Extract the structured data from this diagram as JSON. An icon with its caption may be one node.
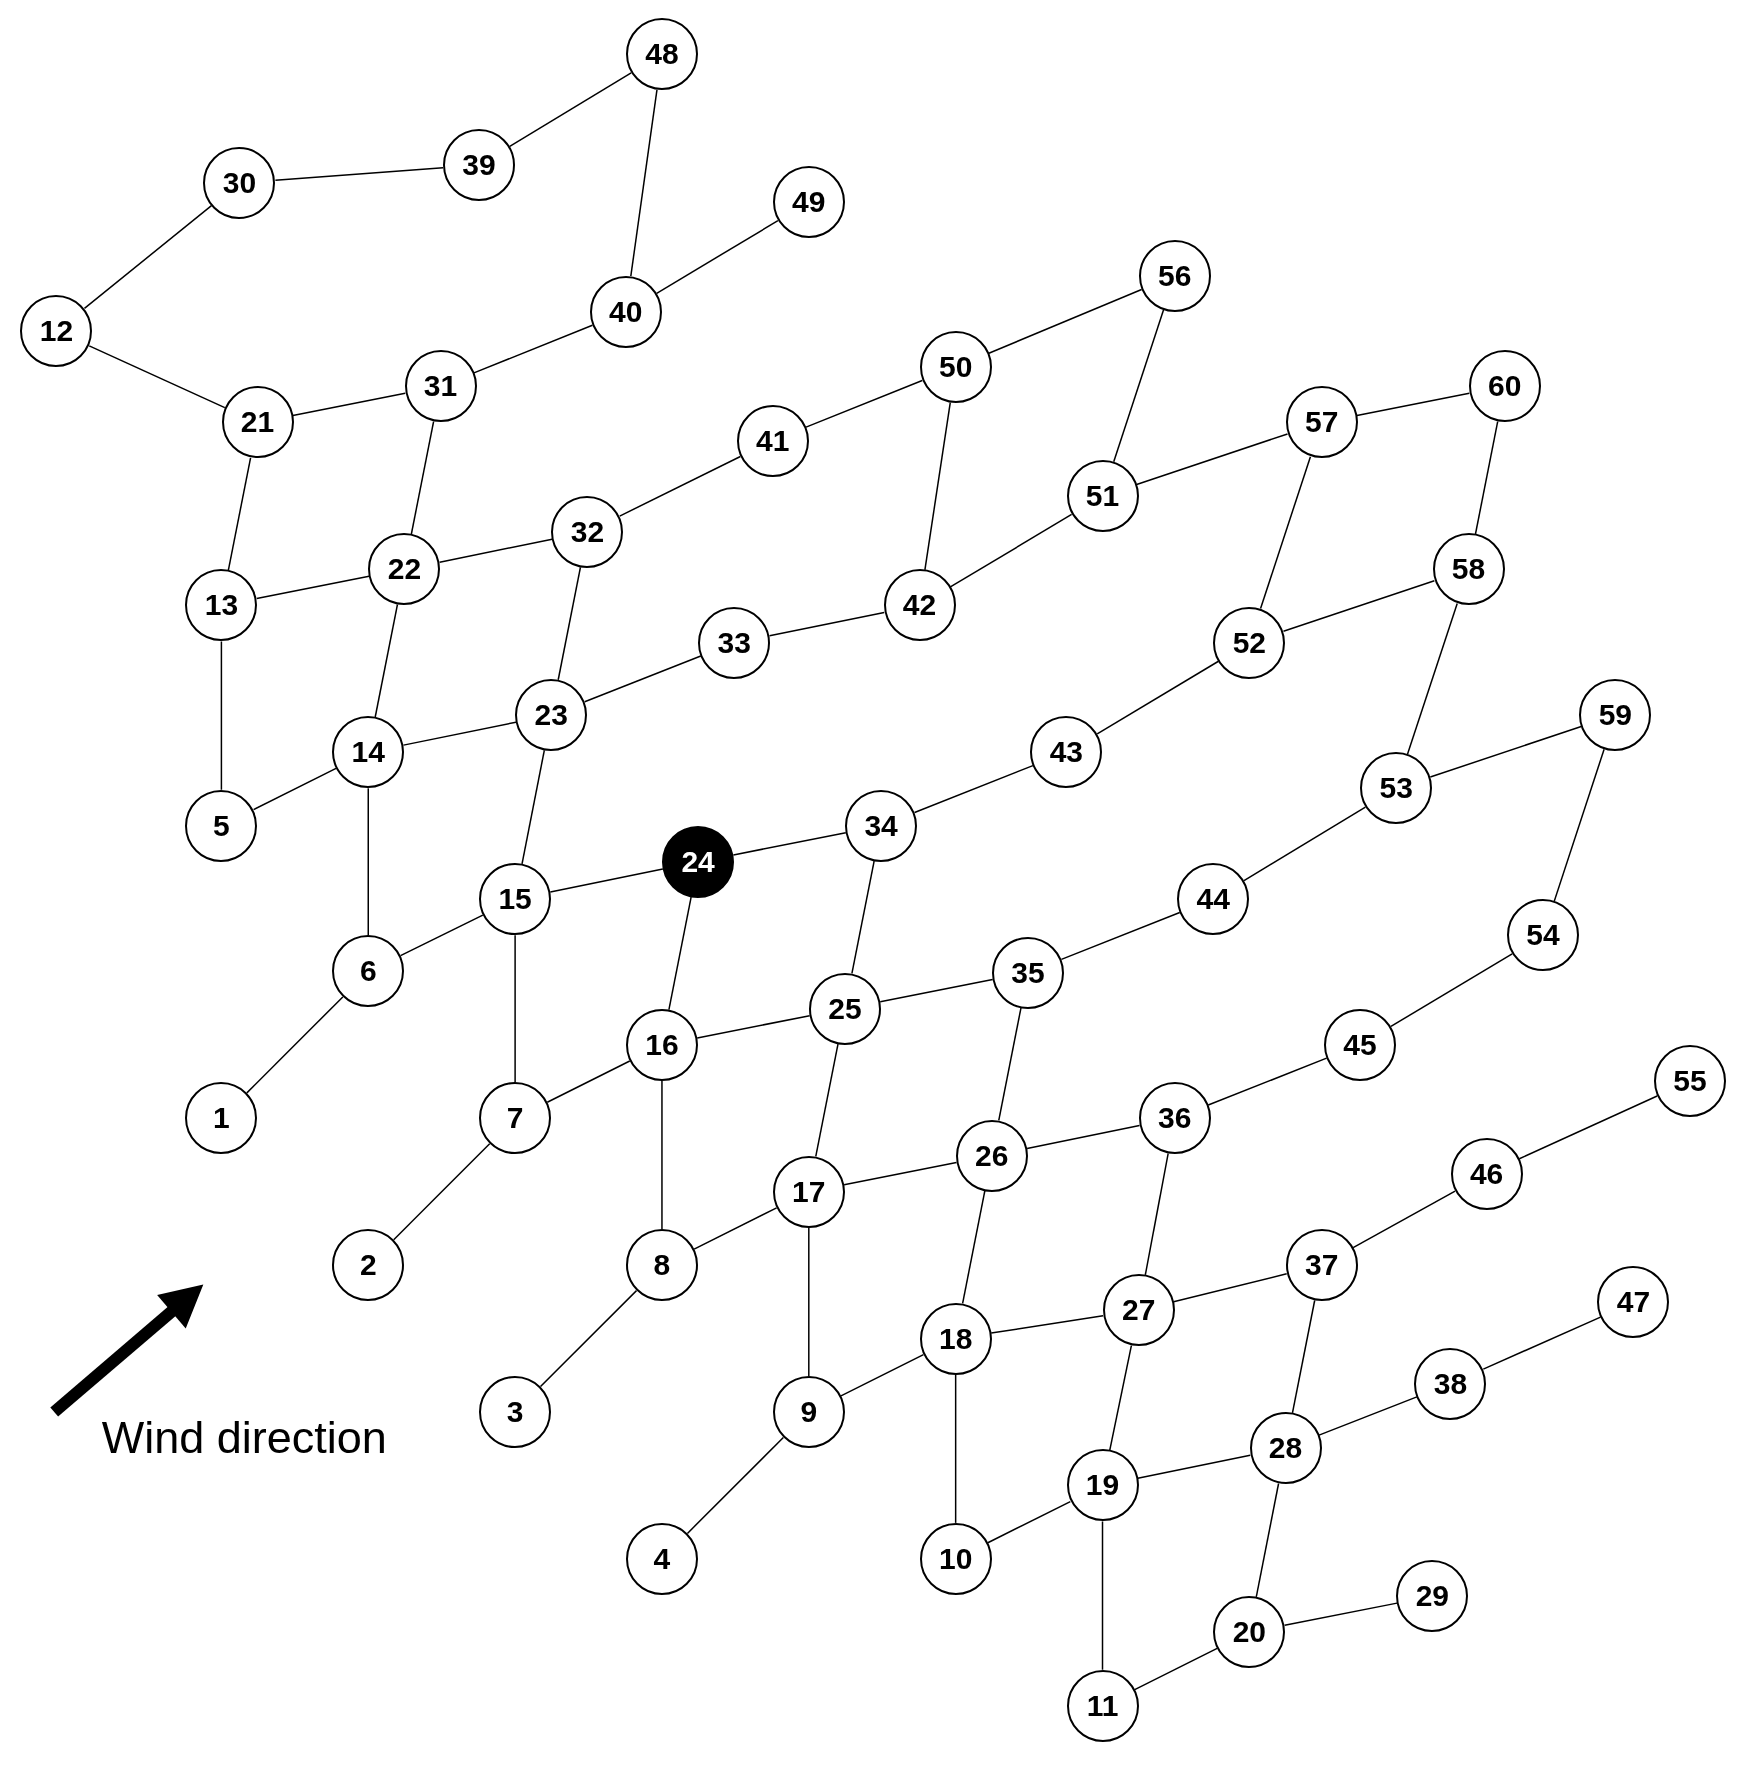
{
  "diagram": {
    "nodes": [
      {
        "text": [
          "1"
        ]
      },
      {
        "text": [
          "2"
        ]
      },
      {
        "text": [
          "3"
        ]
      },
      {
        "text": [
          "4"
        ]
      },
      {
        "text": [
          "5"
        ]
      },
      {
        "text": [
          "6"
        ]
      },
      {
        "text": [
          "7"
        ]
      },
      {
        "text": [
          "8"
        ]
      },
      {
        "text": [
          "9"
        ]
      },
      {
        "text": [
          "10"
        ]
      },
      {
        "text": [
          "11"
        ]
      },
      {
        "text": [
          "12"
        ]
      },
      {
        "text": [
          "13"
        ]
      },
      {
        "text": [
          "14"
        ]
      },
      {
        "text": [
          "15"
        ]
      },
      {
        "text": [
          "16"
        ]
      },
      {
        "text": [
          "17"
        ]
      },
      {
        "text": [
          "18"
        ]
      },
      {
        "text": [
          "19"
        ]
      },
      {
        "text": [
          "20"
        ]
      },
      {
        "text": [
          "21"
        ]
      },
      {
        "text": [
          "22"
        ]
      },
      {
        "text": [
          "23"
        ]
      },
      {
        "text": [
          "24"
        ]
      },
      {
        "text": [
          "25"
        ]
      },
      {
        "text": [
          "26"
        ]
      },
      {
        "text": [
          "27"
        ]
      },
      {
        "text": [
          "28"
        ]
      },
      {
        "text": [
          "29"
        ]
      },
      {
        "text": [
          "30"
        ]
      },
      {
        "text": [
          "31"
        ]
      },
      {
        "text": [
          "32"
        ]
      },
      {
        "text": [
          "33"
        ]
      },
      {
        "text": [
          "34"
        ]
      },
      {
        "text": [
          "35"
        ]
      },
      {
        "text": [
          "36"
        ]
      },
      {
        "text": [
          "37"
        ]
      },
      {
        "text": [
          "38"
        ]
      },
      {
        "text": [
          "39"
        ]
      },
      {
        "text": [
          "40"
        ]
      },
      {
        "text": [
          "41"
        ]
      },
      {
        "text": [
          "42"
        ]
      },
      {
        "text": [
          "43"
        ]
      },
      {
        "text": [
          "44"
        ]
      },
      {
        "text": [
          "45"
        ]
      },
      {
        "text": [
          "46"
        ]
      },
      {
        "text": [
          "47"
        ]
      },
      {
        "text": [
          "48"
        ]
      },
      {
        "text": [
          "49"
        ]
      },
      {
        "text": [
          "50"
        ]
      },
      {
        "text": [
          "51"
        ]
      },
      {
        "text": [
          "52"
        ]
      },
      {
        "text": [
          "53"
        ]
      },
      {
        "text": [
          "54"
        ]
      },
      {
        "text": [
          "55"
        ]
      },
      {
        "text": [
          "56"
        ]
      },
      {
        "text": [
          "57"
        ]
      },
      {
        "text": [
          "58"
        ]
      },
      {
        "text": [
          "59"
        ]
      },
      {
        "text": [
          "60"
        ]
      }
    ],
    "edges": [
      {
        "from": 11,
        "to": 29,
        "arrow": "none"
      },
      {
        "from": 29,
        "to": 38,
        "arrow": "none"
      },
      {
        "from": 38,
        "to": 47,
        "arrow": "none"
      },
      {
        "from": 47,
        "to": 39,
        "arrow": "none"
      },
      {
        "from": 39,
        "to": 48,
        "arrow": "none"
      },
      {
        "from": 11,
        "to": 20,
        "arrow": "none"
      },
      {
        "from": 20,
        "to": 30,
        "arrow": "none"
      },
      {
        "from": 30,
        "to": 39,
        "arrow": "none"
      },
      {
        "from": 20,
        "to": 12,
        "arrow": "none"
      },
      {
        "from": 30,
        "to": 21,
        "arrow": "none"
      },
      {
        "from": 12,
        "to": 21,
        "arrow": "none"
      },
      {
        "from": 21,
        "to": 31,
        "arrow": "none"
      },
      {
        "from": 31,
        "to": 40,
        "arrow": "none"
      },
      {
        "from": 40,
        "to": 49,
        "arrow": "none"
      },
      {
        "from": 49,
        "to": 55,
        "arrow": "none"
      },
      {
        "from": 55,
        "to": 50,
        "arrow": "none"
      },
      {
        "from": 49,
        "to": 41,
        "arrow": "none"
      },
      {
        "from": 50,
        "to": 56,
        "arrow": "none"
      },
      {
        "from": 56,
        "to": 59,
        "arrow": "none"
      },
      {
        "from": 41,
        "to": 50,
        "arrow": "none"
      },
      {
        "from": 12,
        "to": 4,
        "arrow": "none"
      },
      {
        "from": 21,
        "to": 13,
        "arrow": "none"
      },
      {
        "from": 31,
        "to": 22,
        "arrow": "none"
      },
      {
        "from": 13,
        "to": 22,
        "arrow": "none"
      },
      {
        "from": 22,
        "to": 32,
        "arrow": "none"
      },
      {
        "from": 32,
        "to": 41,
        "arrow": "none"
      },
      {
        "from": 56,
        "to": 51,
        "arrow": "none"
      },
      {
        "from": 59,
        "to": 57,
        "arrow": "none"
      },
      {
        "from": 51,
        "to": 57,
        "arrow": "none"
      },
      {
        "from": 51,
        "to": 42,
        "arrow": "none"
      },
      {
        "from": 4,
        "to": 13,
        "arrow": "none"
      },
      {
        "from": 13,
        "to": 5,
        "arrow": "none"
      },
      {
        "from": 22,
        "to": 14,
        "arrow": "none"
      },
      {
        "from": 42,
        "to": 33,
        "arrow": "none"
      },
      {
        "from": 57,
        "to": 52,
        "arrow": "none"
      },
      {
        "from": 52,
        "to": 58,
        "arrow": "none"
      },
      {
        "from": 23,
        "to": 33,
        "arrow": "none"
      },
      {
        "from": 14,
        "to": 23,
        "arrow": "none"
      },
      {
        "from": 14,
        "to": 5,
        "arrow": "none"
      },
      {
        "from": 5,
        "to": 0,
        "arrow": "none"
      },
      {
        "from": 14,
        "to": 6,
        "arrow": "none"
      },
      {
        "from": 23,
        "to": 15,
        "arrow": "none"
      },
      {
        "from": 33,
        "to": 24,
        "arrow": "none"
      },
      {
        "from": 52,
        "to": 43,
        "arrow": "none"
      },
      {
        "from": 58,
        "to": 53,
        "arrow": "none"
      },
      {
        "from": 43,
        "to": 34,
        "arrow": "none"
      },
      {
        "from": 24,
        "to": 34,
        "arrow": "none"
      },
      {
        "from": 15,
        "to": 24,
        "arrow": "none"
      },
      {
        "from": 6,
        "to": 15,
        "arrow": "none"
      },
      {
        "from": 6,
        "to": 1,
        "arrow": "none"
      },
      {
        "from": 15,
        "to": 7,
        "arrow": "none"
      },
      {
        "from": 24,
        "to": 16,
        "arrow": "none"
      },
      {
        "from": 34,
        "to": 25,
        "arrow": "none"
      },
      {
        "from": 53,
        "to": 44,
        "arrow": "none"
      },
      {
        "from": 44,
        "to": 35,
        "arrow": "none"
      },
      {
        "from": 25,
        "to": 35,
        "arrow": "none"
      },
      {
        "from": 16,
        "to": 25,
        "arrow": "none"
      },
      {
        "from": 7,
        "to": 16,
        "arrow": "none"
      },
      {
        "from": 7,
        "to": 2,
        "arrow": "none"
      },
      {
        "from": 16,
        "to": 8,
        "arrow": "none"
      },
      {
        "from": 25,
        "to": 17,
        "arrow": "none"
      },
      {
        "from": 35,
        "to": 26,
        "arrow": "none"
      },
      {
        "from": 54,
        "to": 45,
        "arrow": "none"
      },
      {
        "from": 45,
        "to": 36,
        "arrow": "none"
      },
      {
        "from": 26,
        "to": 36,
        "arrow": "none"
      },
      {
        "from": 17,
        "to": 26,
        "arrow": "none"
      },
      {
        "from": 8,
        "to": 17,
        "arrow": "none"
      },
      {
        "from": 8,
        "to": 3,
        "arrow": "none"
      },
      {
        "from": 17,
        "to": 9,
        "arrow": "none"
      },
      {
        "from": 26,
        "to": 18,
        "arrow": "none"
      },
      {
        "from": 36,
        "to": 27,
        "arrow": "none"
      },
      {
        "from": 46,
        "to": 37,
        "arrow": "none"
      },
      {
        "from": 37,
        "to": 27,
        "arrow": "none"
      },
      {
        "from": 18,
        "to": 27,
        "arrow": "none"
      },
      {
        "from": 9,
        "to": 18,
        "arrow": "none"
      },
      {
        "from": 18,
        "to": 10,
        "arrow": "none"
      },
      {
        "from": 27,
        "to": 19,
        "arrow": "none"
      },
      {
        "from": 19,
        "to": 28,
        "arrow": "none"
      },
      {
        "from": 10,
        "to": 19,
        "arrow": "none"
      }
    ],
    "labels": [
      "Wind direction"
    ]
  }
}
